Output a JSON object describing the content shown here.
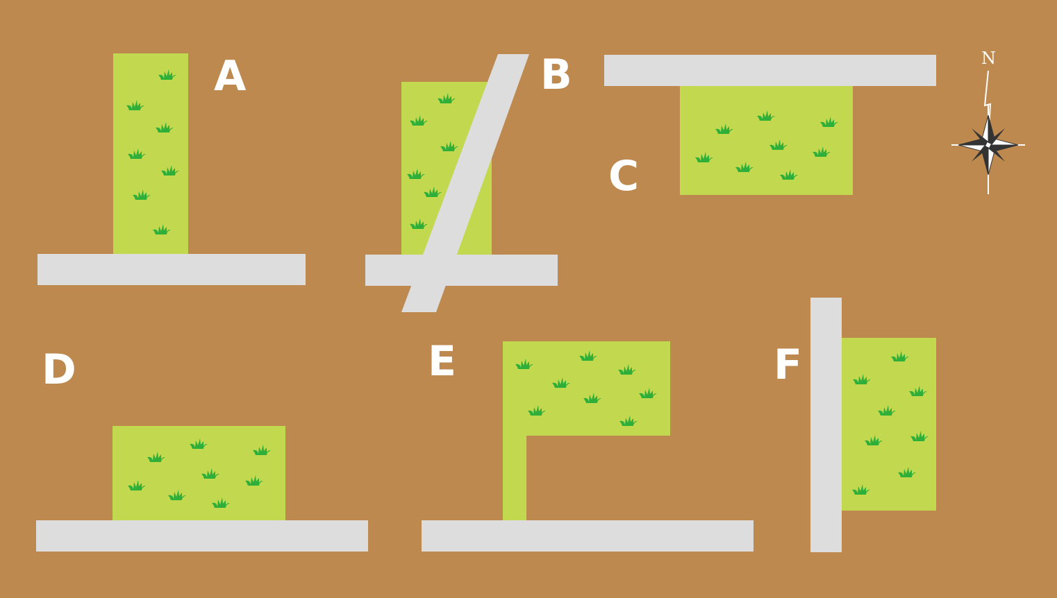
{
  "colors": {
    "background": "#bd894e",
    "land": "#c2d84f",
    "road": "#dddddd",
    "grass": "#2eaf3a",
    "label": "#ffffff"
  },
  "plots": [
    {
      "id": "A",
      "label": "A"
    },
    {
      "id": "B",
      "label": "B"
    },
    {
      "id": "C",
      "label": "C"
    },
    {
      "id": "D",
      "label": "D"
    },
    {
      "id": "E",
      "label": "E"
    },
    {
      "id": "F",
      "label": "F"
    }
  ],
  "compass": {
    "north_label": "N",
    "icon": "compass-rose-icon"
  }
}
